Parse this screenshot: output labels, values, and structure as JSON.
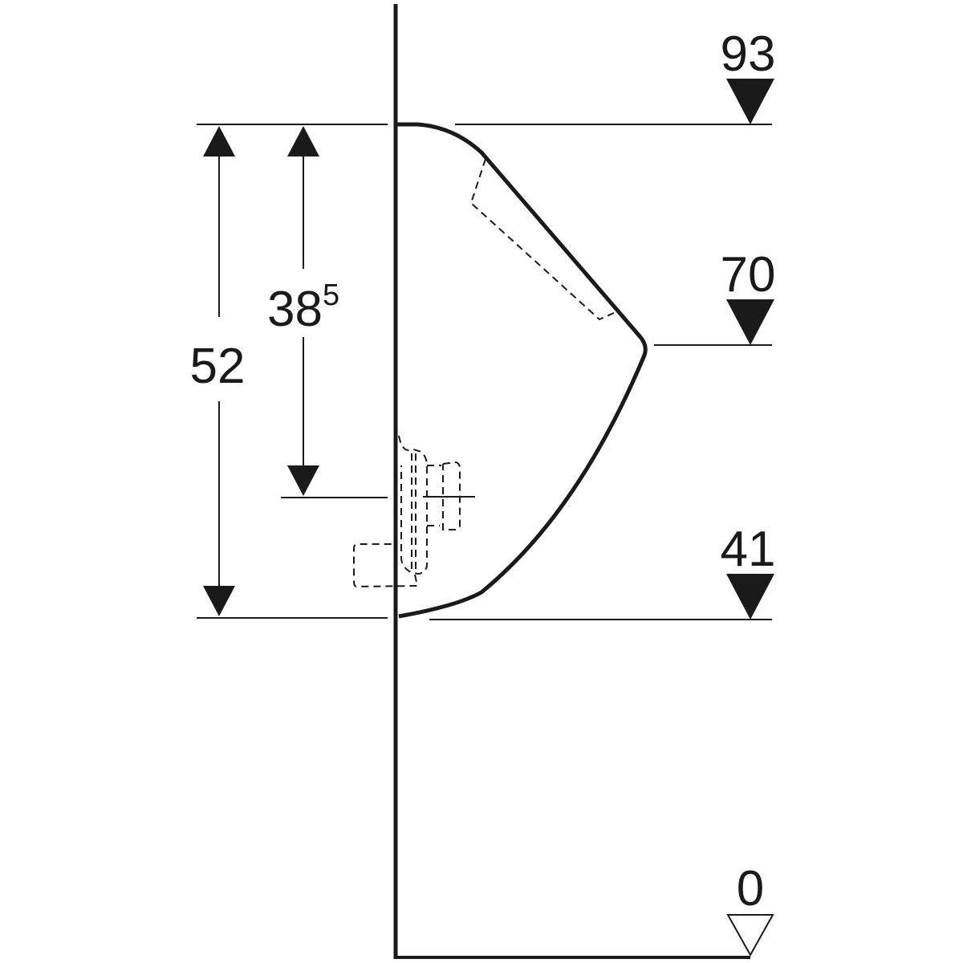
{
  "dimensions": {
    "total_height_label": "52",
    "drain_height_label": "38",
    "drain_height_superscript": "5"
  },
  "levels": [
    {
      "label": "93",
      "value": 93
    },
    {
      "label": "70",
      "value": 70
    },
    {
      "label": "41",
      "value": 41
    },
    {
      "label": "0",
      "value": 0
    }
  ],
  "colors": {
    "ink": "#1a1a1a",
    "background": "#ffffff"
  }
}
